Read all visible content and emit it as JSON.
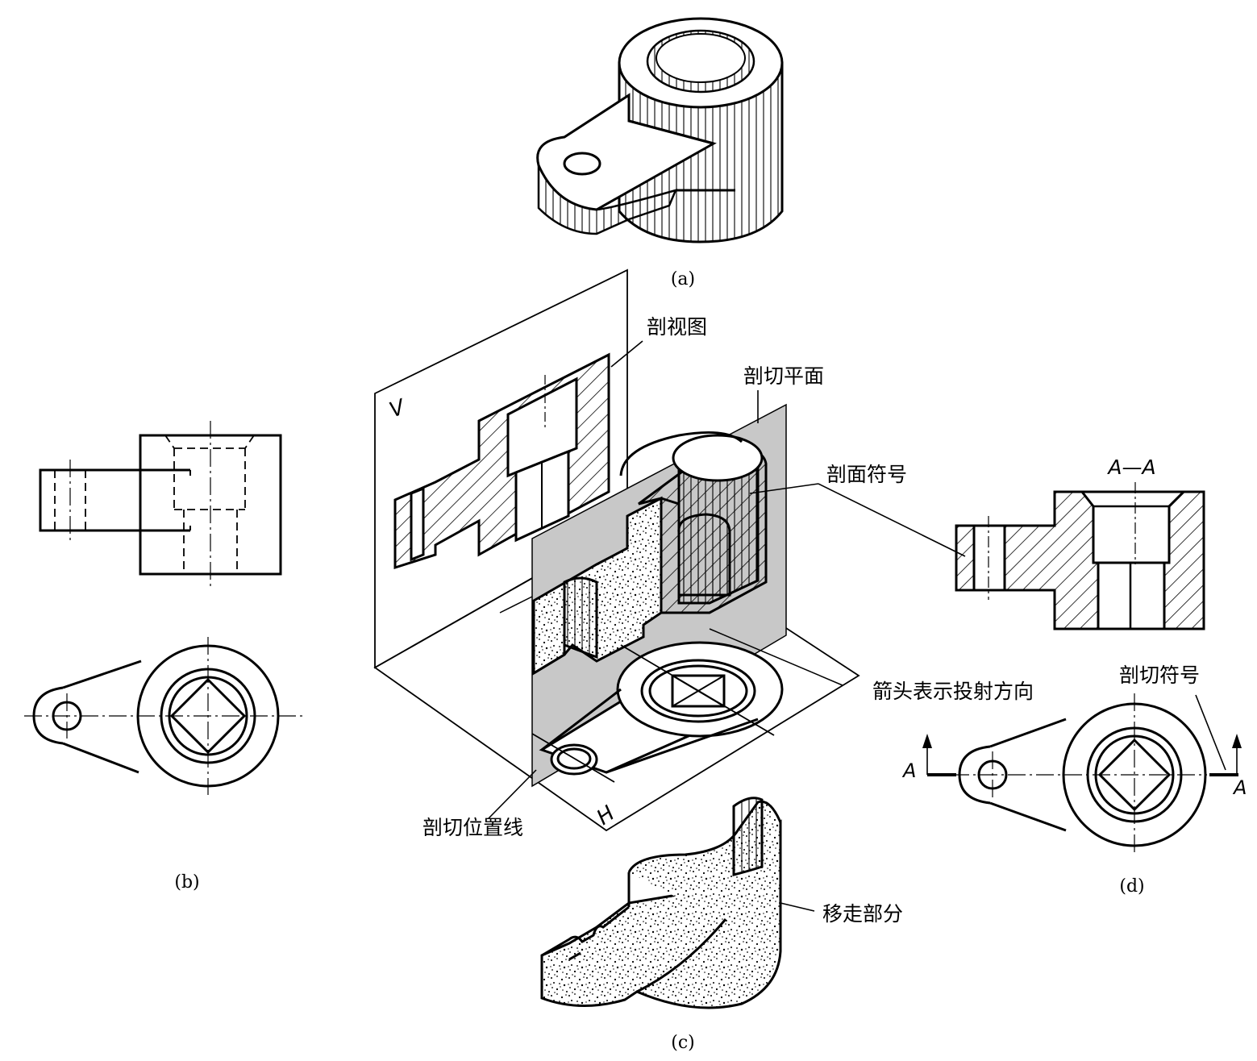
{
  "captions": {
    "a": "(a)",
    "b": "(b)",
    "c": "(c)",
    "d": "(d)"
  },
  "labels": {
    "section_view": "剖视图",
    "cutting_plane": "剖切平面",
    "section_symbol": "剖面符号",
    "arrow_direction": "箭头表示投射方向",
    "cutting_symbol": "剖切符号",
    "cutting_position_line": "剖切位置线",
    "removed_part": "移走部分",
    "plane_v": "V",
    "plane_h": "H",
    "section_name": "A—A",
    "section_letter_left": "A",
    "section_letter_right": "A"
  },
  "colors": {
    "line": "#000000",
    "cutting_plane_fill": "#c8c8c8",
    "background": "#ffffff"
  }
}
